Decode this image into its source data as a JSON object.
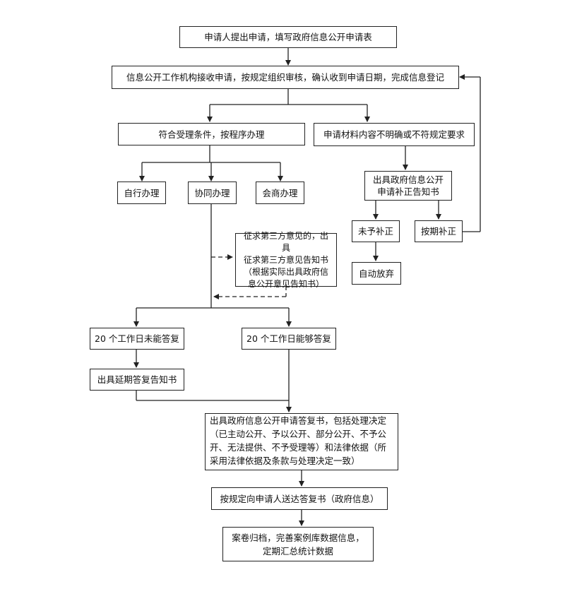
{
  "steps": {
    "apply": "申请人提出申请，填写政府信息公开申请表",
    "receive": "信息公开工作机构接收申请，按规定组织审核，确认收到申请日期，完成信息登记",
    "accept": "符合受理条件，按程序办理",
    "unclear": "申请材料内容不明确或不符规定要求",
    "self": "自行办理",
    "coop": "协同办理",
    "consult": "会商办理",
    "notice_l1": "出具政府信息公开",
    "notice_l2": "申请补正告知书",
    "no_fix": "未予补正",
    "fix_ontime": "按期补正",
    "abandon": "自动放弃",
    "third_l1": "征求第三方意见的，出具",
    "third_l2": "征求第三方意见告知书",
    "third_l3": "（根据实际出具政府信",
    "third_l4": "息公开意见告知书）",
    "over20": "20 个工作日未能答复",
    "within20": "20 个工作日能够答复",
    "extend": "出具延期答复告知书",
    "reply_l1": "出具政府信息公开申请答复书，包括处理决定",
    "reply_l2": "（已主动公开、予以公开、部分公开、不予公",
    "reply_l3": "开、无法提供、不予受理等）和法律依据（所",
    "reply_l4": "采用法律依据及条款与处理决定一致）",
    "deliver": "按规定向申请人送达答复书（政府信息）",
    "archive_l1": "案卷归档，完善案例库数据信息，",
    "archive_l2": "定期汇总统计数据"
  }
}
